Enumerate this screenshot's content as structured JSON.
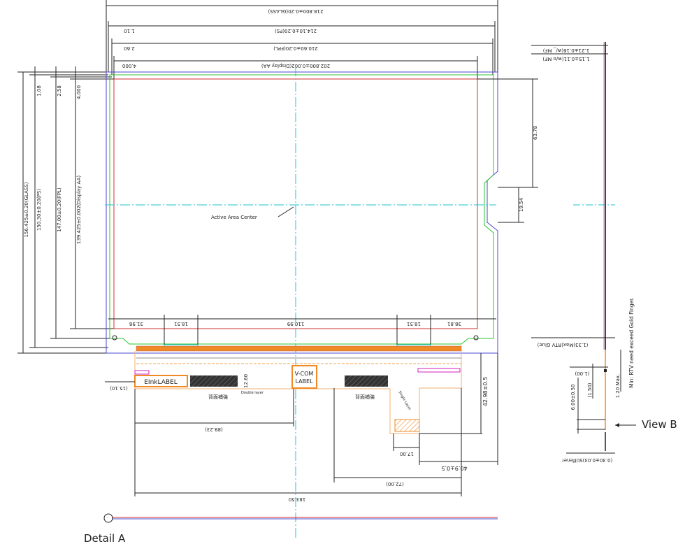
{
  "colors": {
    "glass": "#4a4ad0",
    "fpl": "#2ec42e",
    "active_area": "#d03030",
    "center_line": "#22c3d0",
    "fpc": "#f08a24"
  },
  "top_dims": {
    "glass": "218.800±0.20(GLASS)",
    "ps": "214.10±0.20(PS)",
    "ps_offset": "1.10",
    "fpl": "210.60±0.20(FPL)",
    "fpl_offset": "2.60",
    "aa": "202.800±0.002(Display  AA)",
    "aa_offset": "4.000"
  },
  "left_dims": {
    "glass": "156.425±0.20(GLASS)",
    "ps": "150.30±0.20(PS)",
    "ps_offset": "1.08",
    "fpl": "147.00±0.20(FPL)",
    "fpl_offset": "2.58",
    "aa": "139.425±0.002(Display  AA)",
    "aa_offset": "4.000"
  },
  "right_dims": {
    "upper": "63.78",
    "notch": "19.54"
  },
  "bottom_segments": [
    "31.98",
    "18.51",
    "110.99",
    "18.51",
    "38.81"
  ],
  "center_label": "Active Area Center",
  "fpc": {
    "eink_label": "EInkLABEL",
    "vcom_label_1": "V-COM",
    "vcom_label_2": "LABEL",
    "back_note_1": "背面補強",
    "back_note_2": "背面補強",
    "double_layer": "Double layer",
    "single_layer": "Single Layer",
    "height_1260": "12.60",
    "dim_1510": "(15.10)",
    "dim_8923": "(89.23)",
    "dim_1700": "17.00",
    "dim_7200": "(72.00)",
    "dim_409": "40.9±0.5",
    "dim_18350": "183.50",
    "dim_4298": "42.98±0.5"
  },
  "side_view": {
    "with_mf": "1.21±0.16(w/_ MF)",
    "without_mf": "1.15±0.11(w/o MF)",
    "rtv_glue": "(1.33)Max(RTV Glue)",
    "dim_100": "(1.00)",
    "dim_600": "6.00±0.50",
    "dim_150": "(1.50)",
    "dim_120": "1.20  Max.",
    "rtv_note": "Min: RTV need exceed Gold Finger.",
    "stiffener": "(0.30±0.03)Stiffener",
    "view_b": "View B"
  },
  "detail_a": "Detail A"
}
